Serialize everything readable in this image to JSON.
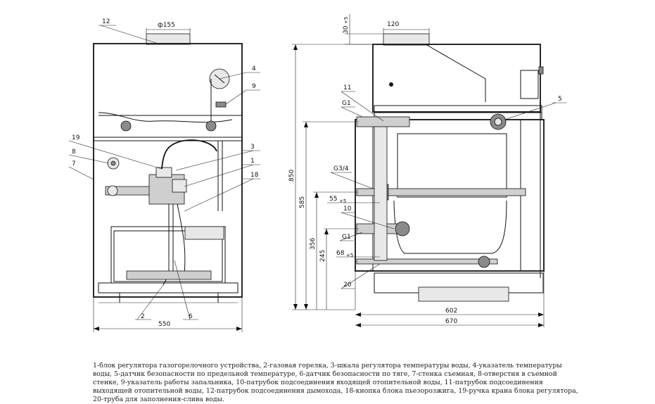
{
  "labels": {
    "l12": "12",
    "l4": "4",
    "l9": "9",
    "l19": "19",
    "l8": "8",
    "l7": "7",
    "l3": "3",
    "l1": "1",
    "l18": "18",
    "l2": "2",
    "l6": "6",
    "l11": "11",
    "l5": "5",
    "l10": "10",
    "l20": "20"
  },
  "dimensions": {
    "d155": "ф155",
    "d550": "550",
    "d30": "30",
    "d30sub": "+5",
    "d120": "120",
    "d850": "850",
    "d585": "585",
    "d356": "356",
    "d245": "245",
    "d55": "55",
    "d55sub": "+5",
    "d68": "68",
    "d68sub": "+5",
    "d602": "602",
    "d670": "670",
    "g1top": "G1",
    "g34": "G3/4",
    "g1bot": "G1"
  },
  "legend": {
    "text": "1-блок регулятора газогорелочного устройства, 2-газовая горелка, 3-шкала регулятора температуры воды, 4-указатель температуры воды, 5-датчик безопасности по предельной температуре, 6-датчик безопасности по тяге, 7-стенка съемная, 8-отверстия в съемной стенке, 9-указатель работы запальника, 10-патрубок подсоединения входящей отопительной воды, 11-патрубок подсоединения выходящей отопительной воды, 12-патрубок подсоединения дымохода, 18-кнопка блока пьезорозжига, 19-ручка крана блока регулятора, 20-труба для заполнения-слива воды."
  }
}
